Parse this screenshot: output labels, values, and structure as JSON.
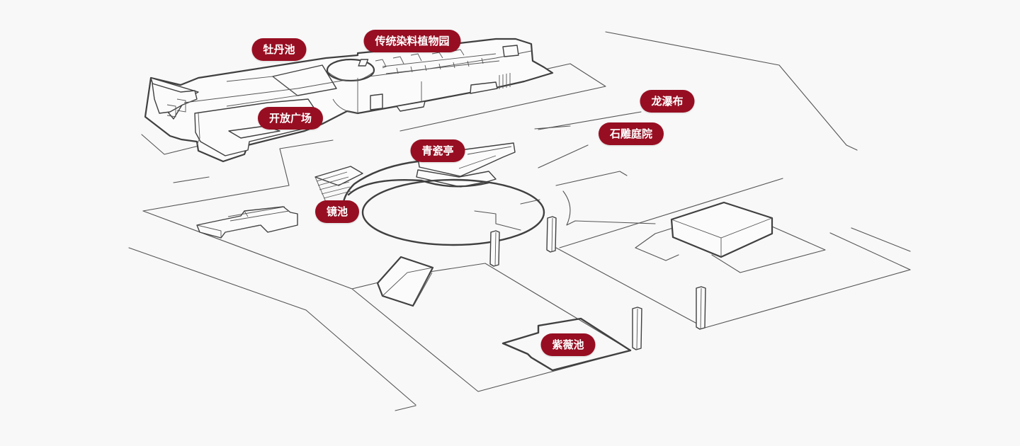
{
  "colors": {
    "background": "#f8f8f8",
    "label_bg": "#970e22",
    "label_text": "#ffffff",
    "line": "#404040"
  },
  "labels": [
    {
      "id": "peony-pond",
      "text": "牡丹池"
    },
    {
      "id": "dye-plant-garden",
      "text": "传统染料植物园"
    },
    {
      "id": "open-plaza",
      "text": "开放广场"
    },
    {
      "id": "dragon-waterfall",
      "text": "龙瀑布"
    },
    {
      "id": "stone-sculpture-court",
      "text": "石雕庭院"
    },
    {
      "id": "celadon-pavilion",
      "text": "青瓷亭"
    },
    {
      "id": "mirror-pond",
      "text": "镜池"
    },
    {
      "id": "crape-myrtle-pond",
      "text": "紫薇池"
    }
  ]
}
